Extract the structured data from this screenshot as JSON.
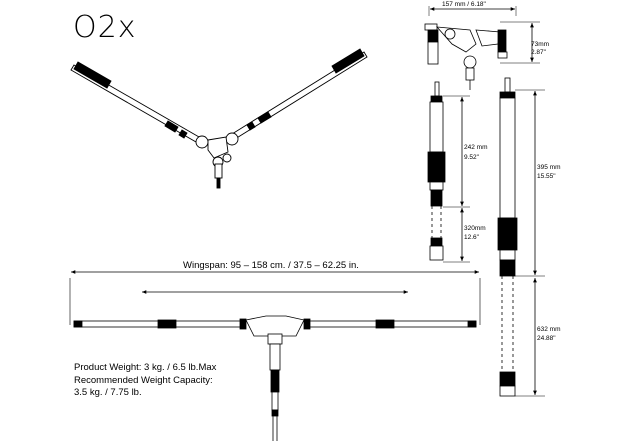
{
  "diagram": {
    "title": "O2x",
    "wingspan_label": "Wingspan: 95 – 158 cm. / 37.5 – 62.25 in.",
    "dimensions": {
      "top_width": "157 mm / 6.18\"",
      "head_height_mm": "73mm",
      "head_height_in": "2.87\"",
      "section_a_mm": "242 mm",
      "section_a_in": "9.52\"",
      "section_b_mm": "320mm",
      "section_b_in": "12.6\"",
      "collapsed_mm": "395 mm",
      "collapsed_in": "15.55\"",
      "extended_mm": "632 mm",
      "extended_in": "24.88\""
    },
    "specs": {
      "line1": "Product Weight: 3 kg. / 6.5 lb.Max",
      "line2": "Recommended Weight Capacity:",
      "line3": "3.5 kg. / 7.75 lb."
    }
  }
}
